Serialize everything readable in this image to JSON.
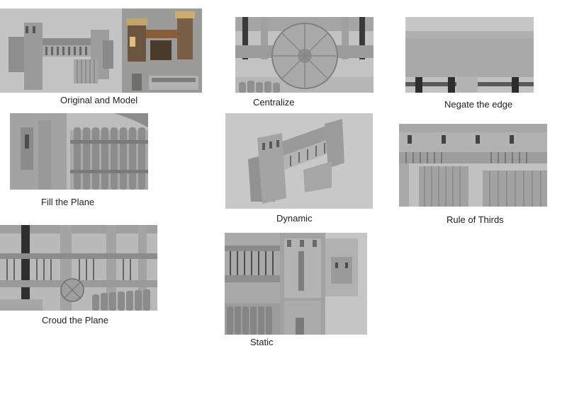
{
  "captions": {
    "original": "Original and Model",
    "centralize": "Centralize",
    "negate_edge": "Negate the edge",
    "fill_plane": "Fill the Plane",
    "dynamic": "Dynamic",
    "rule_of_thirds": "Rule of Thirds",
    "crowd_plane": "Croud the Plane",
    "static": "Static"
  }
}
